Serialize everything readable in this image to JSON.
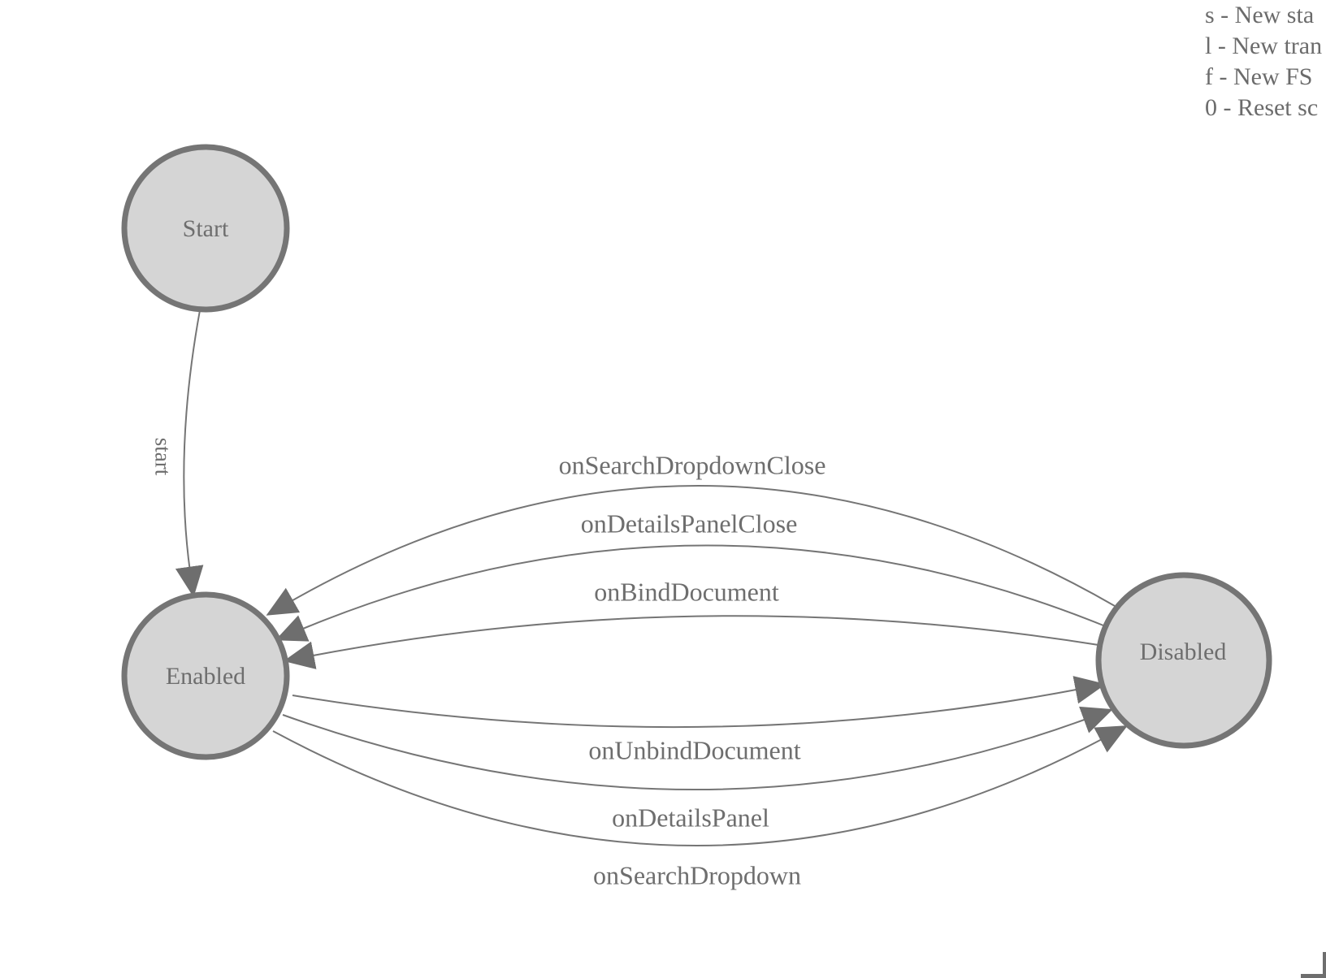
{
  "diagram": {
    "states": [
      {
        "id": "start",
        "label": "Start"
      },
      {
        "id": "enabled",
        "label": "Enabled"
      },
      {
        "id": "disabled",
        "label": "Disabled"
      }
    ],
    "transitions": [
      {
        "label": "start",
        "from": "Start",
        "to": "Enabled"
      },
      {
        "label": "onSearchDropdownClose",
        "from": "Disabled",
        "to": "Enabled"
      },
      {
        "label": "onDetailsPanelClose",
        "from": "Disabled",
        "to": "Enabled"
      },
      {
        "label": "onBindDocument",
        "from": "Disabled",
        "to": "Enabled"
      },
      {
        "label": "onUnbindDocument",
        "from": "Enabled",
        "to": "Disabled"
      },
      {
        "label": "onDetailsPanel",
        "from": "Enabled",
        "to": "Disabled"
      },
      {
        "label": "onSearchDropdown",
        "from": "Enabled",
        "to": "Disabled"
      }
    ]
  },
  "legend": {
    "items": [
      "s - New sta",
      "l - New tran",
      "f - New FS",
      "0 - Reset sc"
    ]
  },
  "colors": {
    "node_fill": "#d5d5d5",
    "node_stroke": "#757575",
    "edge_line": "#757575",
    "arrowhead": "#6e6e6e",
    "label_text": "#6e6e6e",
    "background": "#ffffff"
  }
}
